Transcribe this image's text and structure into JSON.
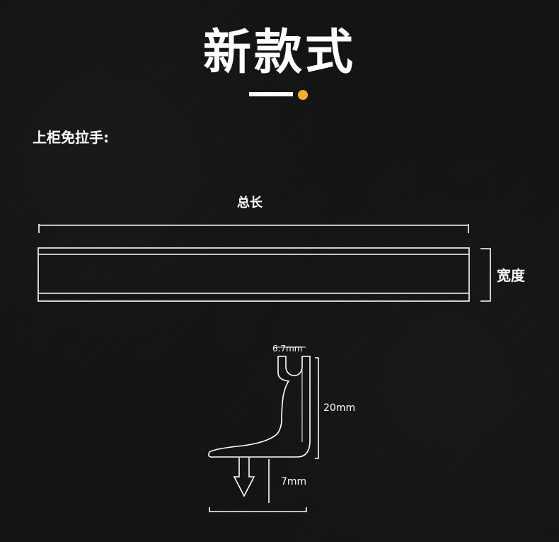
{
  "header": {
    "title": "新款式",
    "accent_color": "#f2b31c"
  },
  "section": {
    "label": "上柜免拉手:"
  },
  "dimensions": {
    "total_length": "总长",
    "width": "宽度",
    "top_opening": "6.7mm",
    "height": "20mm",
    "depth": "7mm"
  }
}
